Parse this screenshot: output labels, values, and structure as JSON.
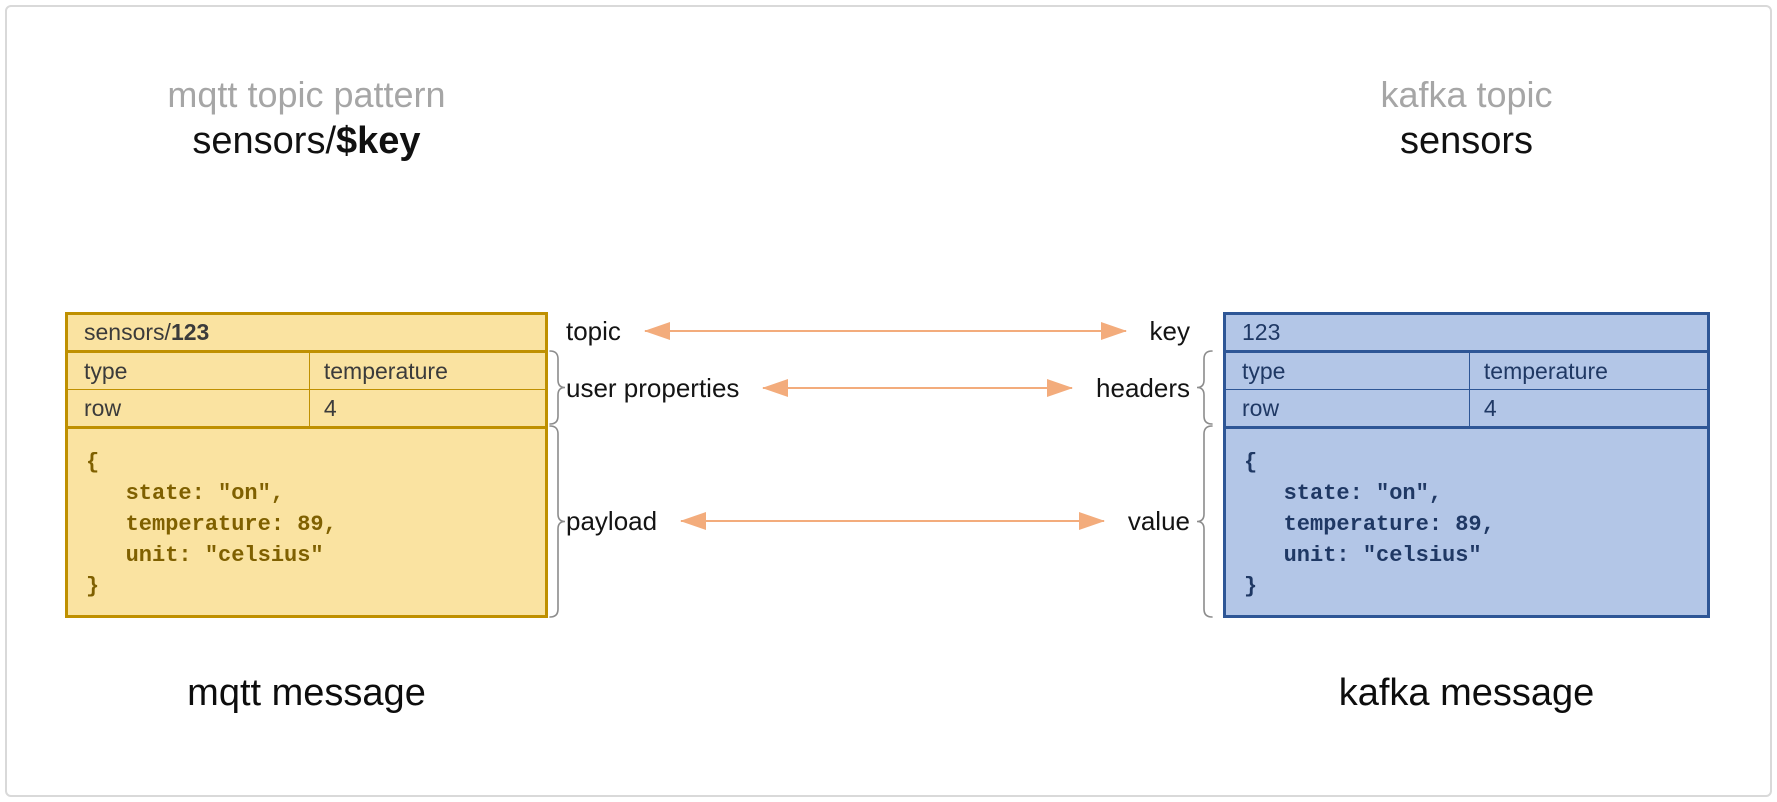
{
  "colors": {
    "title_gray": "#A6A6A6",
    "mqtt_fill": "#FAE3A1",
    "mqtt_border": "#BF9000",
    "mqtt_text": "#3B3B3B",
    "mqtt_payload_text": "#7F6000",
    "kafka_fill": "#B3C6E7",
    "kafka_border": "#2E5696",
    "kafka_text": "#1F3864",
    "arrow": "#F3AC7C",
    "brace": "#8C8C8C",
    "canvas_border": "#D9D9D9"
  },
  "mqtt": {
    "title_label": "mqtt topic pattern",
    "topic_prefix": "sensors/",
    "topic_key": "$key",
    "caption": "mqtt message",
    "box": {
      "header_prefix": "sensors/",
      "header_bold": "123",
      "rows": [
        {
          "k": "type",
          "v": "temperature"
        },
        {
          "k": "row",
          "v": "4"
        }
      ],
      "payload": "{\n   state: \"on\",\n   temperature: 89,\n   unit: \"celsius\"\n}"
    }
  },
  "kafka": {
    "title_label": "kafka topic",
    "topic_name": "sensors",
    "caption": "kafka message",
    "box": {
      "header": "123",
      "rows": [
        {
          "k": "type",
          "v": "temperature"
        },
        {
          "k": "row",
          "v": "4"
        }
      ],
      "payload": "{\n   state: \"on\",\n   temperature: 89,\n   unit: \"celsius\"\n}"
    }
  },
  "mappings": [
    {
      "mqtt_label": "topic",
      "kafka_label": "key"
    },
    {
      "mqtt_label": "user properties",
      "kafka_label": "headers"
    },
    {
      "mqtt_label": "payload",
      "kafka_label": "value"
    }
  ]
}
